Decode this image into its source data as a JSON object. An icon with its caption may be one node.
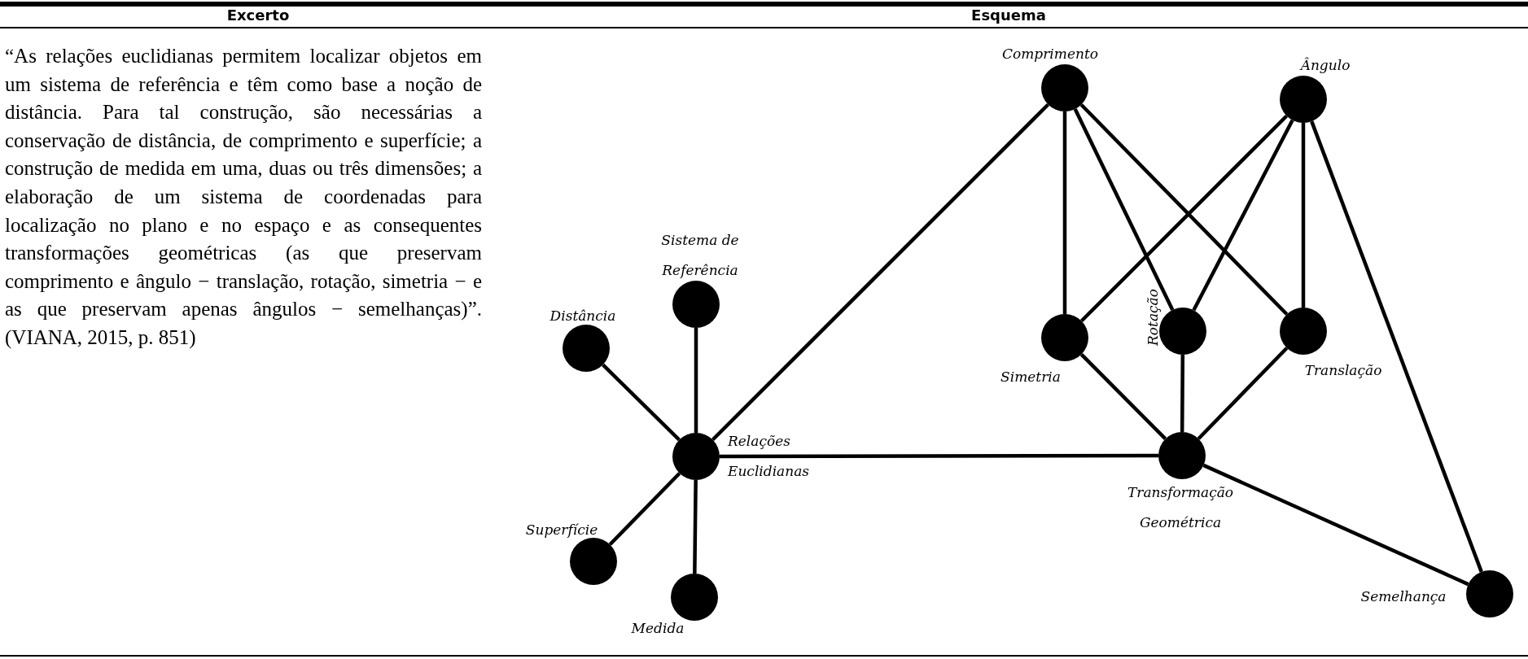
{
  "diagram": {
    "nodes": [
      {
        "text": [
          "Comprimento"
        ]
      },
      {
        "text": [
          "Ângulo"
        ]
      },
      {
        "text": [
          "Sistema de Referência"
        ]
      },
      {
        "text": [
          "Distância"
        ]
      },
      {
        "text": [
          "Simetria"
        ]
      },
      {
        "text": [
          "Rotação"
        ]
      },
      {
        "text": [
          "Translação"
        ]
      },
      {
        "text": [
          "Relações Euclidianas"
        ]
      },
      {
        "text": [
          "Transformação Geométrica"
        ]
      },
      {
        "text": [
          "Superfície"
        ]
      },
      {
        "text": [
          "Semelhança"
        ]
      },
      {
        "text": [
          "Medida"
        ]
      }
    ],
    "edges": [
      {
        "from": 3,
        "to": 7,
        "arrow": "none"
      },
      {
        "from": 2,
        "to": 7,
        "arrow": "none"
      },
      {
        "from": 9,
        "to": 7,
        "arrow": "none"
      },
      {
        "from": 11,
        "to": 7,
        "arrow": "none"
      },
      {
        "from": 7,
        "to": 0,
        "arrow": "none"
      },
      {
        "from": 7,
        "to": 8,
        "arrow": "none"
      },
      {
        "from": 0,
        "to": 4,
        "arrow": "none"
      },
      {
        "from": 0,
        "to": 5,
        "arrow": "none"
      },
      {
        "from": 0,
        "to": 6,
        "arrow": "none"
      },
      {
        "from": 1,
        "to": 4,
        "arrow": "none"
      },
      {
        "from": 1,
        "to": 5,
        "arrow": "none"
      },
      {
        "from": 1,
        "to": 6,
        "arrow": "none"
      },
      {
        "from": 1,
        "to": 10,
        "arrow": "none"
      },
      {
        "from": 4,
        "to": 8,
        "arrow": "none"
      },
      {
        "from": 5,
        "to": 8,
        "arrow": "none"
      },
      {
        "from": 6,
        "to": 8,
        "arrow": "none"
      },
      {
        "from": 8,
        "to": 10,
        "arrow": "none"
      }
    ],
    "labels": [
      "Excerto",
      "Esquema",
      "“As relações euclidianas permitem localizar objetos em um sistema de referência e têm como base a noção de distância. Para tal construção, são necessárias a conservação de distância, de comprimento e superfície; a construção de medida em uma, duas ou três dimensões; a elaboração de um sistema de coordenadas para localização no plano e no espaço e as consequentes transformações geométricas (as que preservam comprimento e ângulo − translação, rotação, simetria − e as que preservam apenas ângulos − semelhanças)”. (VIANA, 2015, p. 851)"
    ]
  }
}
